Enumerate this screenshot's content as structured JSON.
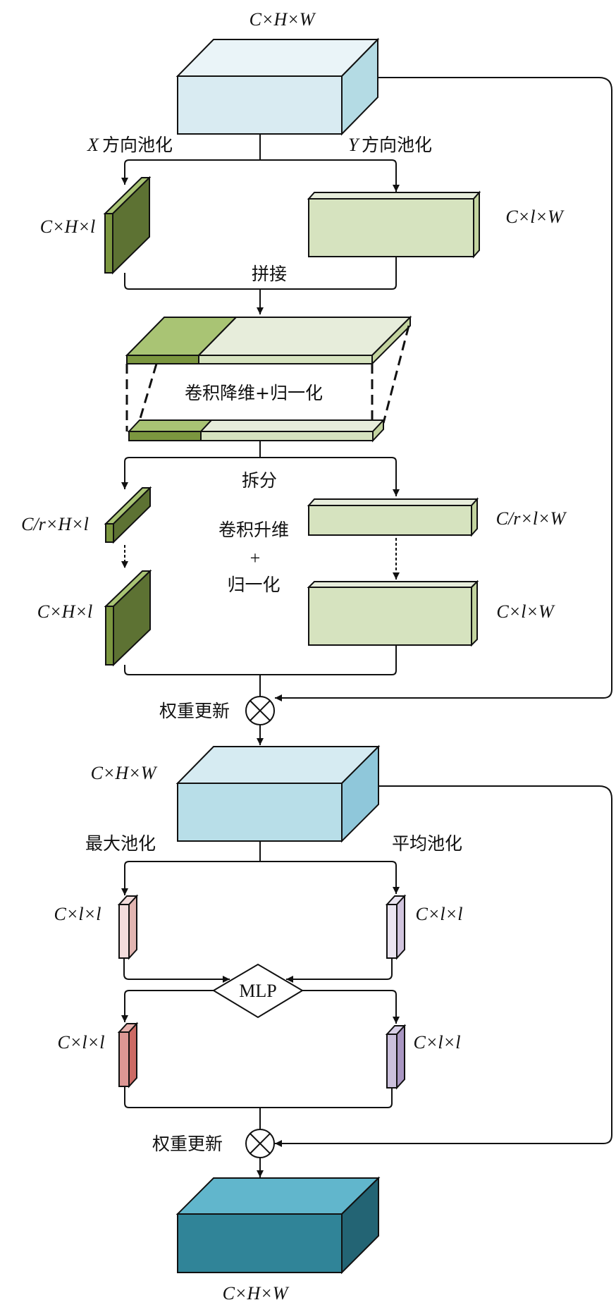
{
  "diagram": {
    "title": "Coordinate attention + channel attention module",
    "colors": {
      "cube_top_light": "#eaf4f8",
      "cube_front_light": "#d9ebf2",
      "cube_side_light": "#b4dbe4",
      "cube2_top": "#d6ebf2",
      "cube2_front": "#b8dee8",
      "cube2_side": "#8fc7da",
      "cube3_top": "#61b6cc",
      "cube3_front": "#308498",
      "cube3_side": "#236474",
      "green_dark": "#5d7233",
      "green_mid": "#7b963f",
      "green_light": "#a9c474",
      "green_pale": "#d6e3bf",
      "green_pale_top": "#e7eddb",
      "pink_front": "#f2dcdc",
      "pink_side": "#e2b5b1",
      "red_front": "#dc9794",
      "red_side": "#cc6a64",
      "lilac_front": "#ebe5f1",
      "lilac_side": "#d1c4de",
      "purple_front": "#cbc0dc",
      "purple_side": "#a996c2"
    },
    "labels": {
      "input_dim": "C×H×W",
      "x_pool": "方向池化",
      "x_prefix": "X",
      "y_pool": "方向池化",
      "y_prefix": "Y",
      "x_pooled_dim": "C×H×l",
      "y_pooled_dim": "C×l×W",
      "concat": "拼接",
      "conv_reduce": "卷积降维+归一化",
      "split": "拆分",
      "x_reduced_dim": "C/r×H×l",
      "y_reduced_dim": "C/r×l×W",
      "conv_expand_1": "卷积升维",
      "conv_expand_plus": "+",
      "conv_expand_2": "归一化",
      "x_expanded_dim": "C×H×l",
      "y_expanded_dim": "C×l×W",
      "weight_update_1": "权重更新",
      "mid_dim": "C×H×W",
      "max_pool": "最大池化",
      "avg_pool": "平均池化",
      "max_pooled_dim": "C×l×l",
      "avg_pooled_dim": "C×l×l",
      "mlp": "MLP",
      "max_mlp_dim": "C×l×l",
      "avg_mlp_dim": "C×l×l",
      "weight_update_2": "权重更新",
      "output_dim": "C×H×W"
    }
  }
}
